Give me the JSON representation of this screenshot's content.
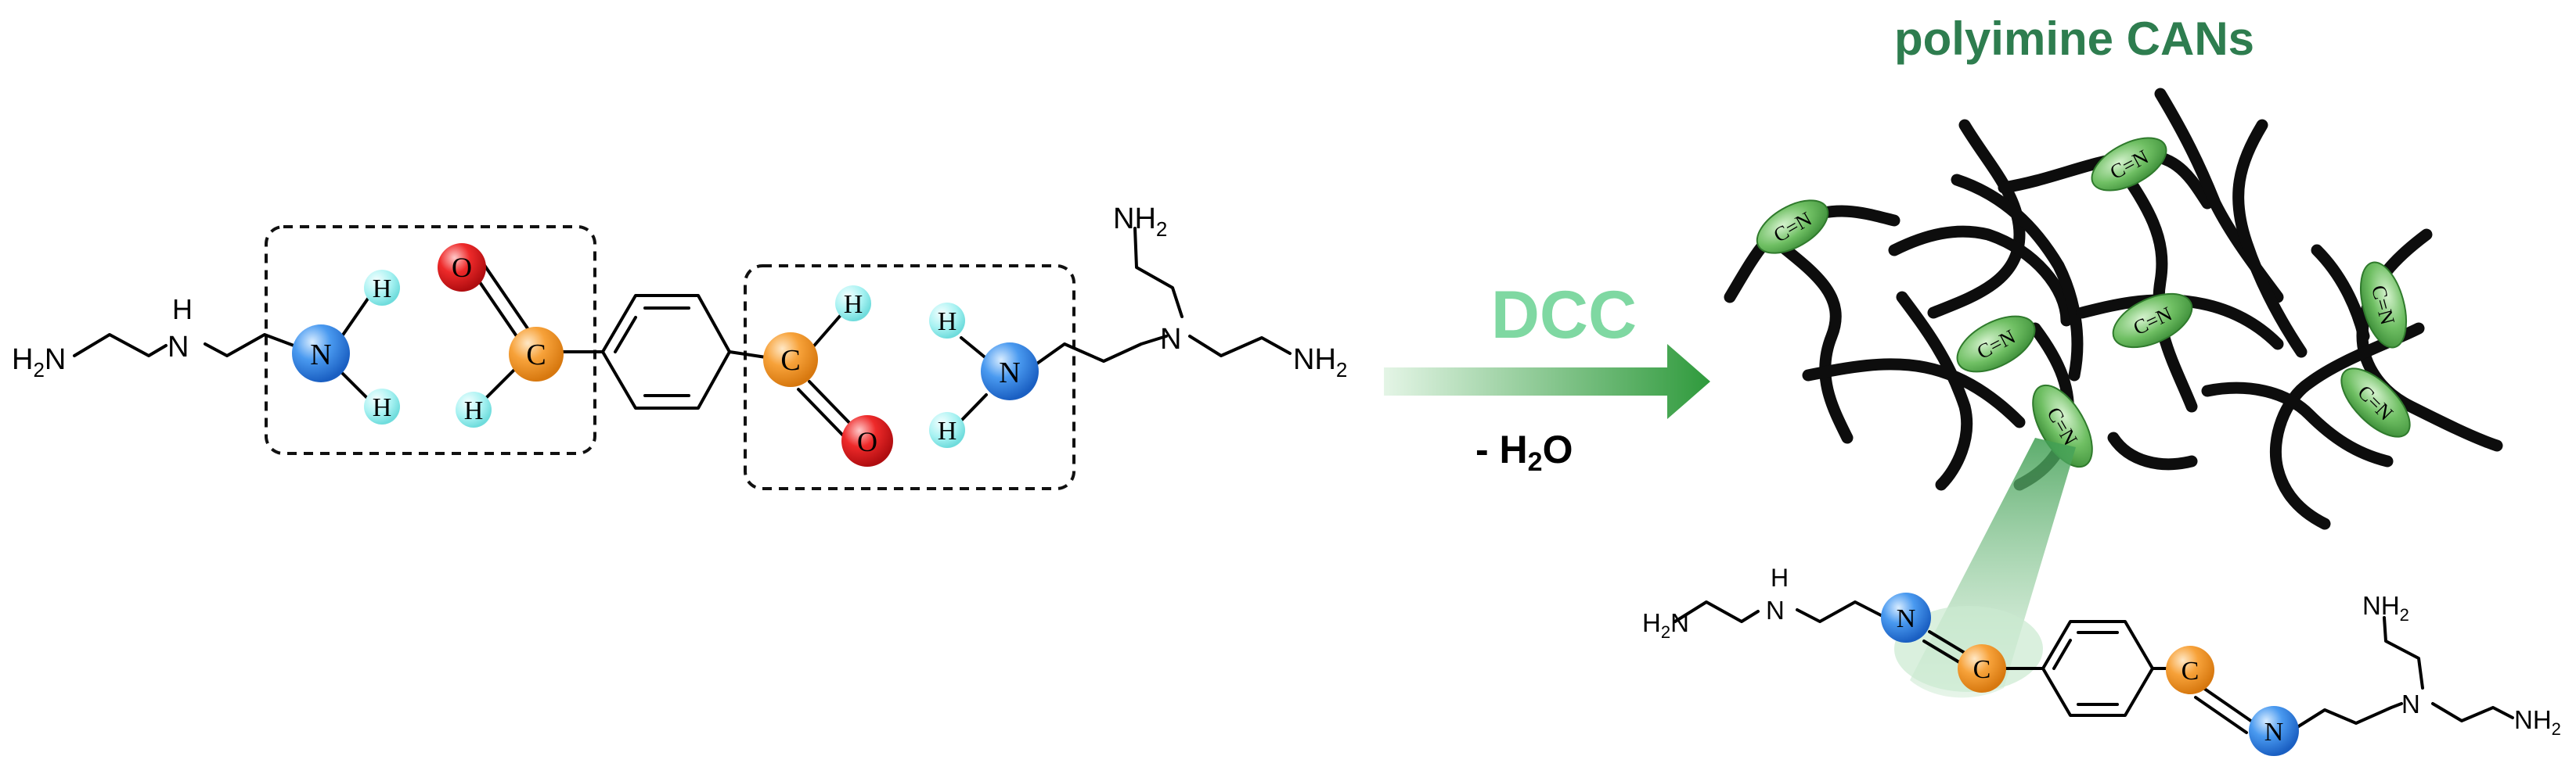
{
  "title": "polyimine CANs",
  "reaction": {
    "condition": "DCC",
    "byproduct": "- H2O"
  },
  "atoms": {
    "nitrogen": "N",
    "hydrogen": "H",
    "oxygen": "O",
    "carbon": "C",
    "imine_bond": "C=N"
  },
  "groups": {
    "left_amine": "H2N",
    "secondary_amine": "H",
    "right_amine": "NH2",
    "top_amine": "NH2"
  },
  "colors": {
    "title": "#2e7d4f",
    "dcc_text": "#7fd8a2",
    "arrow": "#3b9e48",
    "nitrogen_atom": "#2f83e6",
    "oxygen_atom": "#e8141c",
    "carbon_atom": "#f39a1e",
    "hydrogen_atom": "#9ef0f0",
    "imine_ellipse": "#6cbf66",
    "polymer_chain": "#0d0d0d"
  },
  "icons": [
    "dashed-box",
    "benzene-ring",
    "reaction-arrow",
    "polymer-network",
    "zoom-cone"
  ]
}
